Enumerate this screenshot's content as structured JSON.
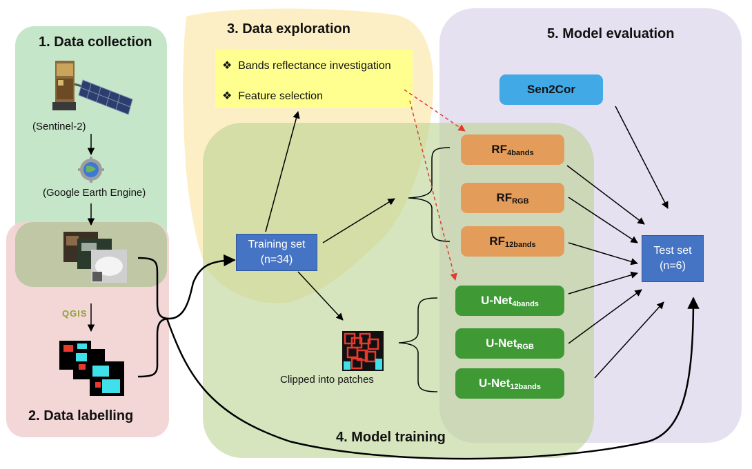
{
  "sections": {
    "collection": "1. Data collection",
    "labelling": "2. Data labelling",
    "exploration": "3. Data exploration",
    "training": "4. Model training",
    "evaluation": "5. Model evaluation"
  },
  "collection": {
    "satellite_label": "(Sentinel-2)",
    "gee_label": "(Google Earth Engine)",
    "qgis_label": "QGIS"
  },
  "exploration": {
    "items": [
      "Bands reflectance investigation",
      "Feature selection"
    ],
    "bullet": "❖"
  },
  "training_set": {
    "line1": "Training set",
    "line2": "(n=34)"
  },
  "test_set": {
    "line1": "Test set",
    "line2": "(n=6)"
  },
  "patches_label": "Clipped into patches",
  "sen2cor": "Sen2Cor",
  "models": [
    {
      "base": "RF",
      "sub": "4bands"
    },
    {
      "base": "RF",
      "sub": "RGB"
    },
    {
      "base": "RF",
      "sub": "12bands"
    },
    {
      "base": "U-Net",
      "sub": "4bands"
    },
    {
      "base": "U-Net",
      "sub": "RGB"
    },
    {
      "base": "U-Net",
      "sub": "12bands"
    }
  ],
  "colors": {
    "collection_bg": "#c5e6c9",
    "labelling_bg": "#f2d3d2",
    "exploration_bg": "#fdefc5",
    "training_bg": "#c7dca3",
    "evaluation_bg": "#e6e1f0",
    "highlight": "#ffff8f",
    "rf": "#e49c5a",
    "unet": "#3f9a36",
    "sen2cor": "#41a9e5",
    "blue_box": "#4674c4",
    "dashed_arrow": "#e03c31"
  }
}
